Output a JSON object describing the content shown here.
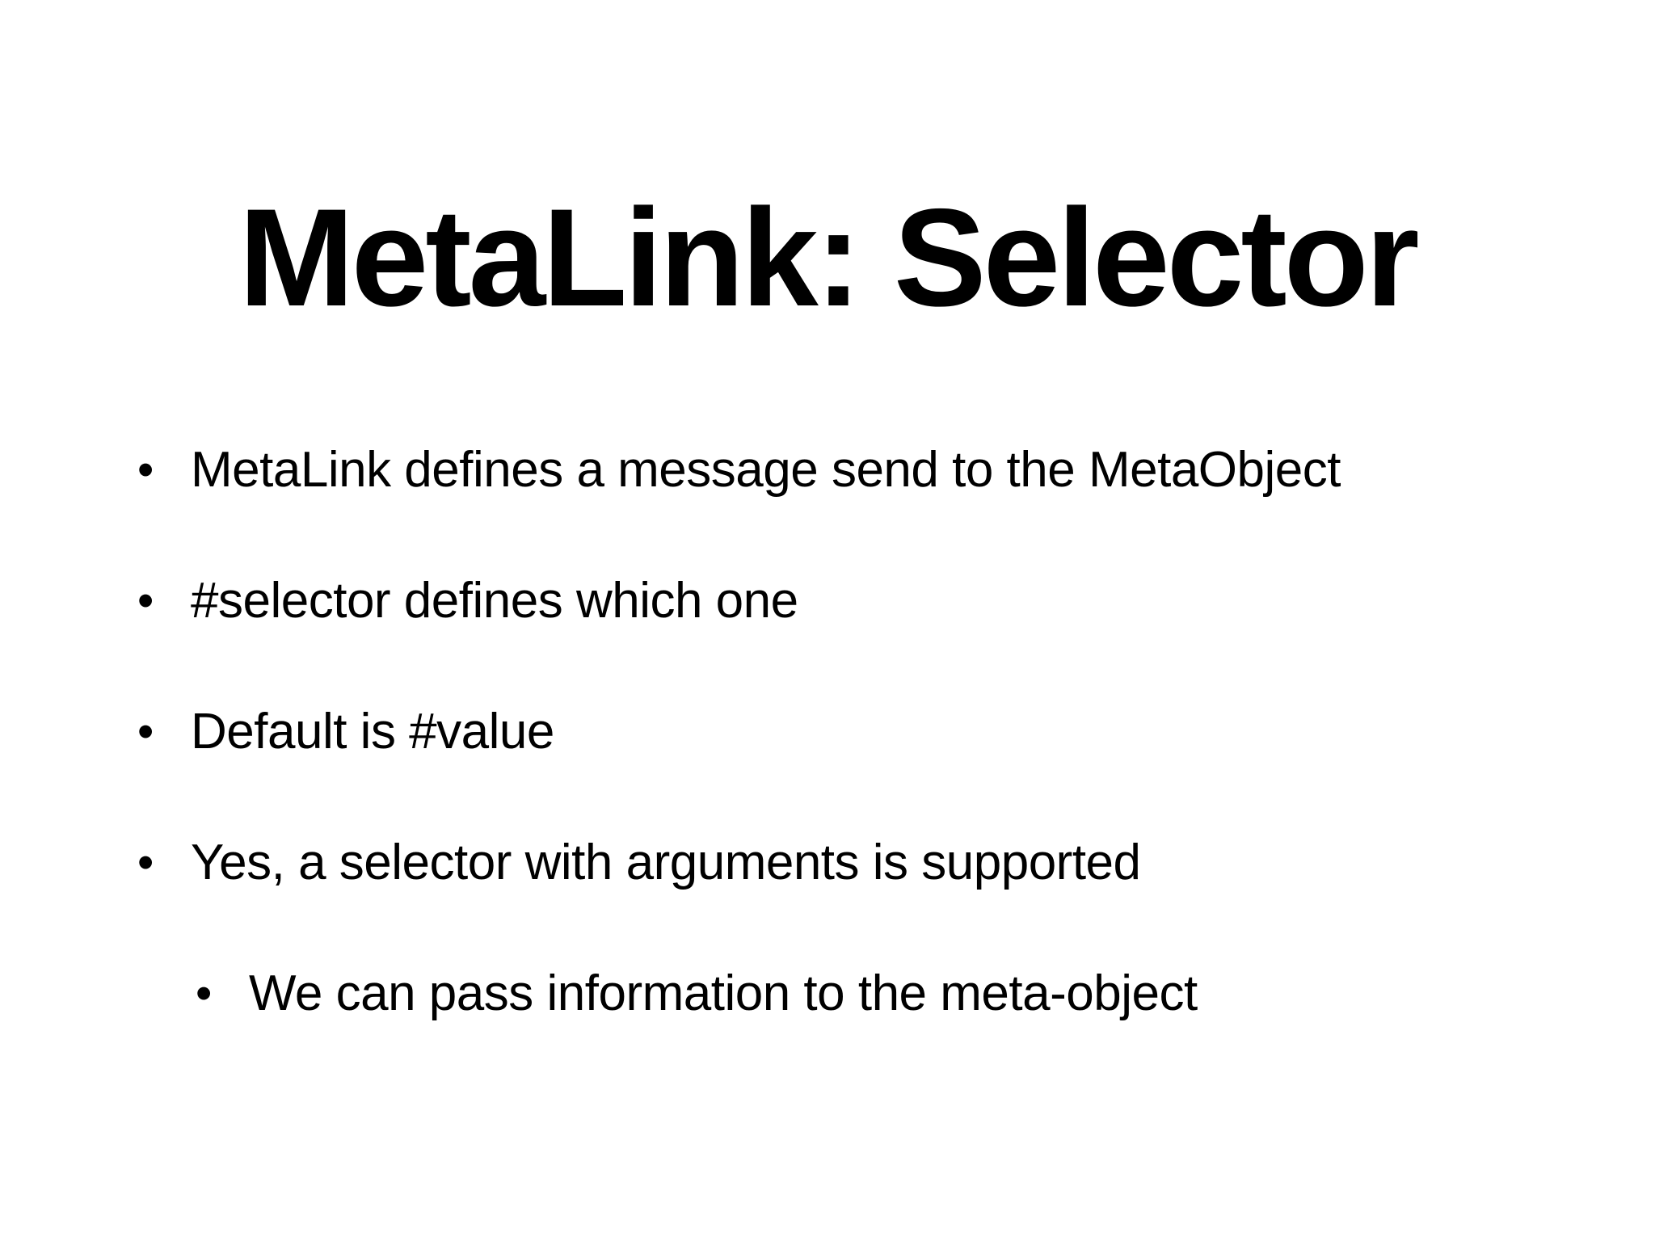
{
  "slide": {
    "title": "MetaLink: Selector",
    "bullet_glyph": "•",
    "bullets": [
      {
        "level": 1,
        "text": "MetaLink defines a message send to the MetaObject"
      },
      {
        "level": 1,
        "text": "#selector defines which one"
      },
      {
        "level": 1,
        "text": "Default is #value"
      },
      {
        "level": 1,
        "text": "Yes, a selector with arguments is supported"
      },
      {
        "level": 2,
        "text": "We can pass information to the meta-object"
      }
    ],
    "colors": {
      "background": "#ffffff",
      "text": "#000000"
    }
  }
}
